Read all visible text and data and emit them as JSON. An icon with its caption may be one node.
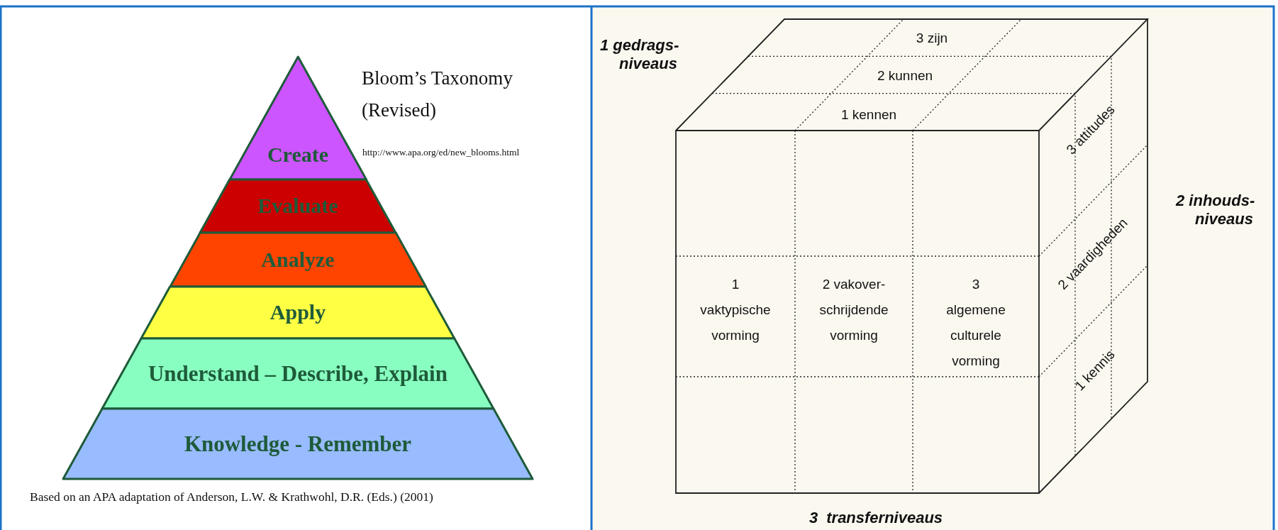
{
  "diagram": {
    "title": "Bloom’s Taxonomy (Revised)",
    "nodes": [
      {
        "text": [
          "Create"
        ]
      },
      {
        "text": [
          "Evaluate"
        ]
      },
      {
        "text": [
          "Analyze"
        ]
      },
      {
        "text": [
          "Apply"
        ]
      },
      {
        "text": [
          "Understand – Describe, Explain"
        ]
      },
      {
        "text": [
          "Knowledge - Remember"
        ]
      }
    ],
    "labels": [
      "http://www.apa.org/ed/new_blooms.html",
      "Based on an APA adaptation of Anderson, L.W. & Krathwohl, D.R. (Eds.) (2001)",
      "1 gedrags- niveaus",
      "3 zijn",
      "2 kunnen",
      "1 kennen",
      "3 attitudes",
      "2 inhouds- niveaus",
      "2 vaardigheden",
      "1 vaktypische vorming",
      "2 vakover- schrijdende vorming",
      "3 algemene culturele vorming",
      "1 kennis",
      "3 transferniveaus"
    ]
  }
}
